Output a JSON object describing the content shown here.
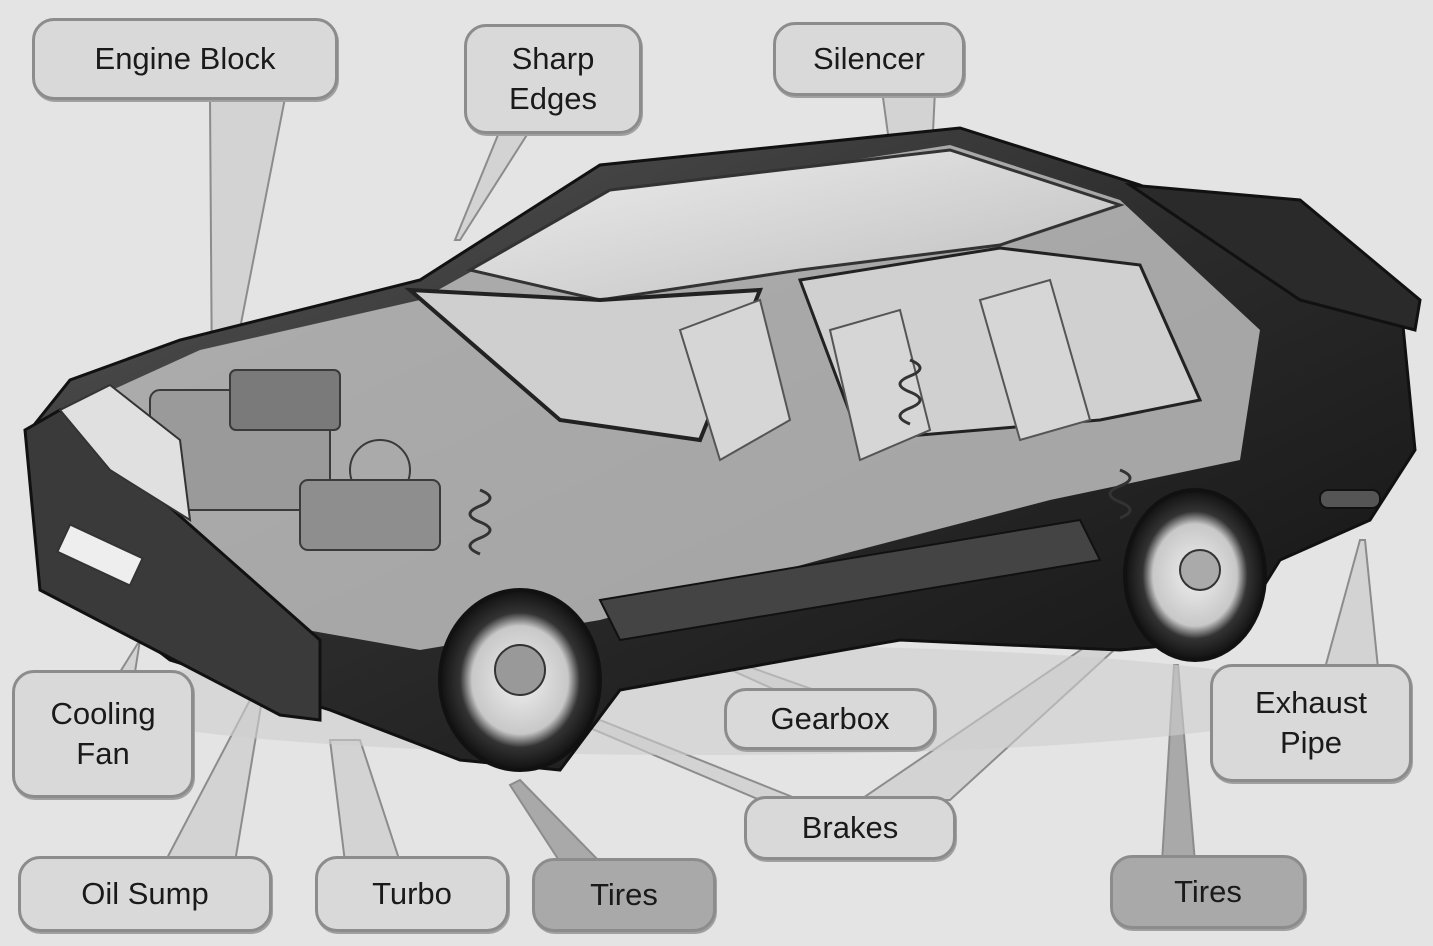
{
  "diagram": {
    "type": "labeled-illustration",
    "subject": "cutaway car showing vehicle components",
    "colors": {
      "background": "#e4e4e4",
      "callout_fill": "#d9d9d9",
      "callout_fill_highlight": "#a9a9a9",
      "callout_border": "#8c8c8c",
      "text": "#1a1a1a"
    },
    "labels": {
      "engine_block": "Engine Block",
      "sharp_edges": "Sharp\nEdges",
      "silencer": "Silencer",
      "cooling_fan": "Cooling\nFan",
      "oil_sump": "Oil Sump",
      "turbo": "Turbo",
      "tires_front": "Tires",
      "gearbox": "Gearbox",
      "brakes": "Brakes",
      "tires_rear": "Tires",
      "exhaust_pipe": "Exhaust\nPipe"
    }
  }
}
